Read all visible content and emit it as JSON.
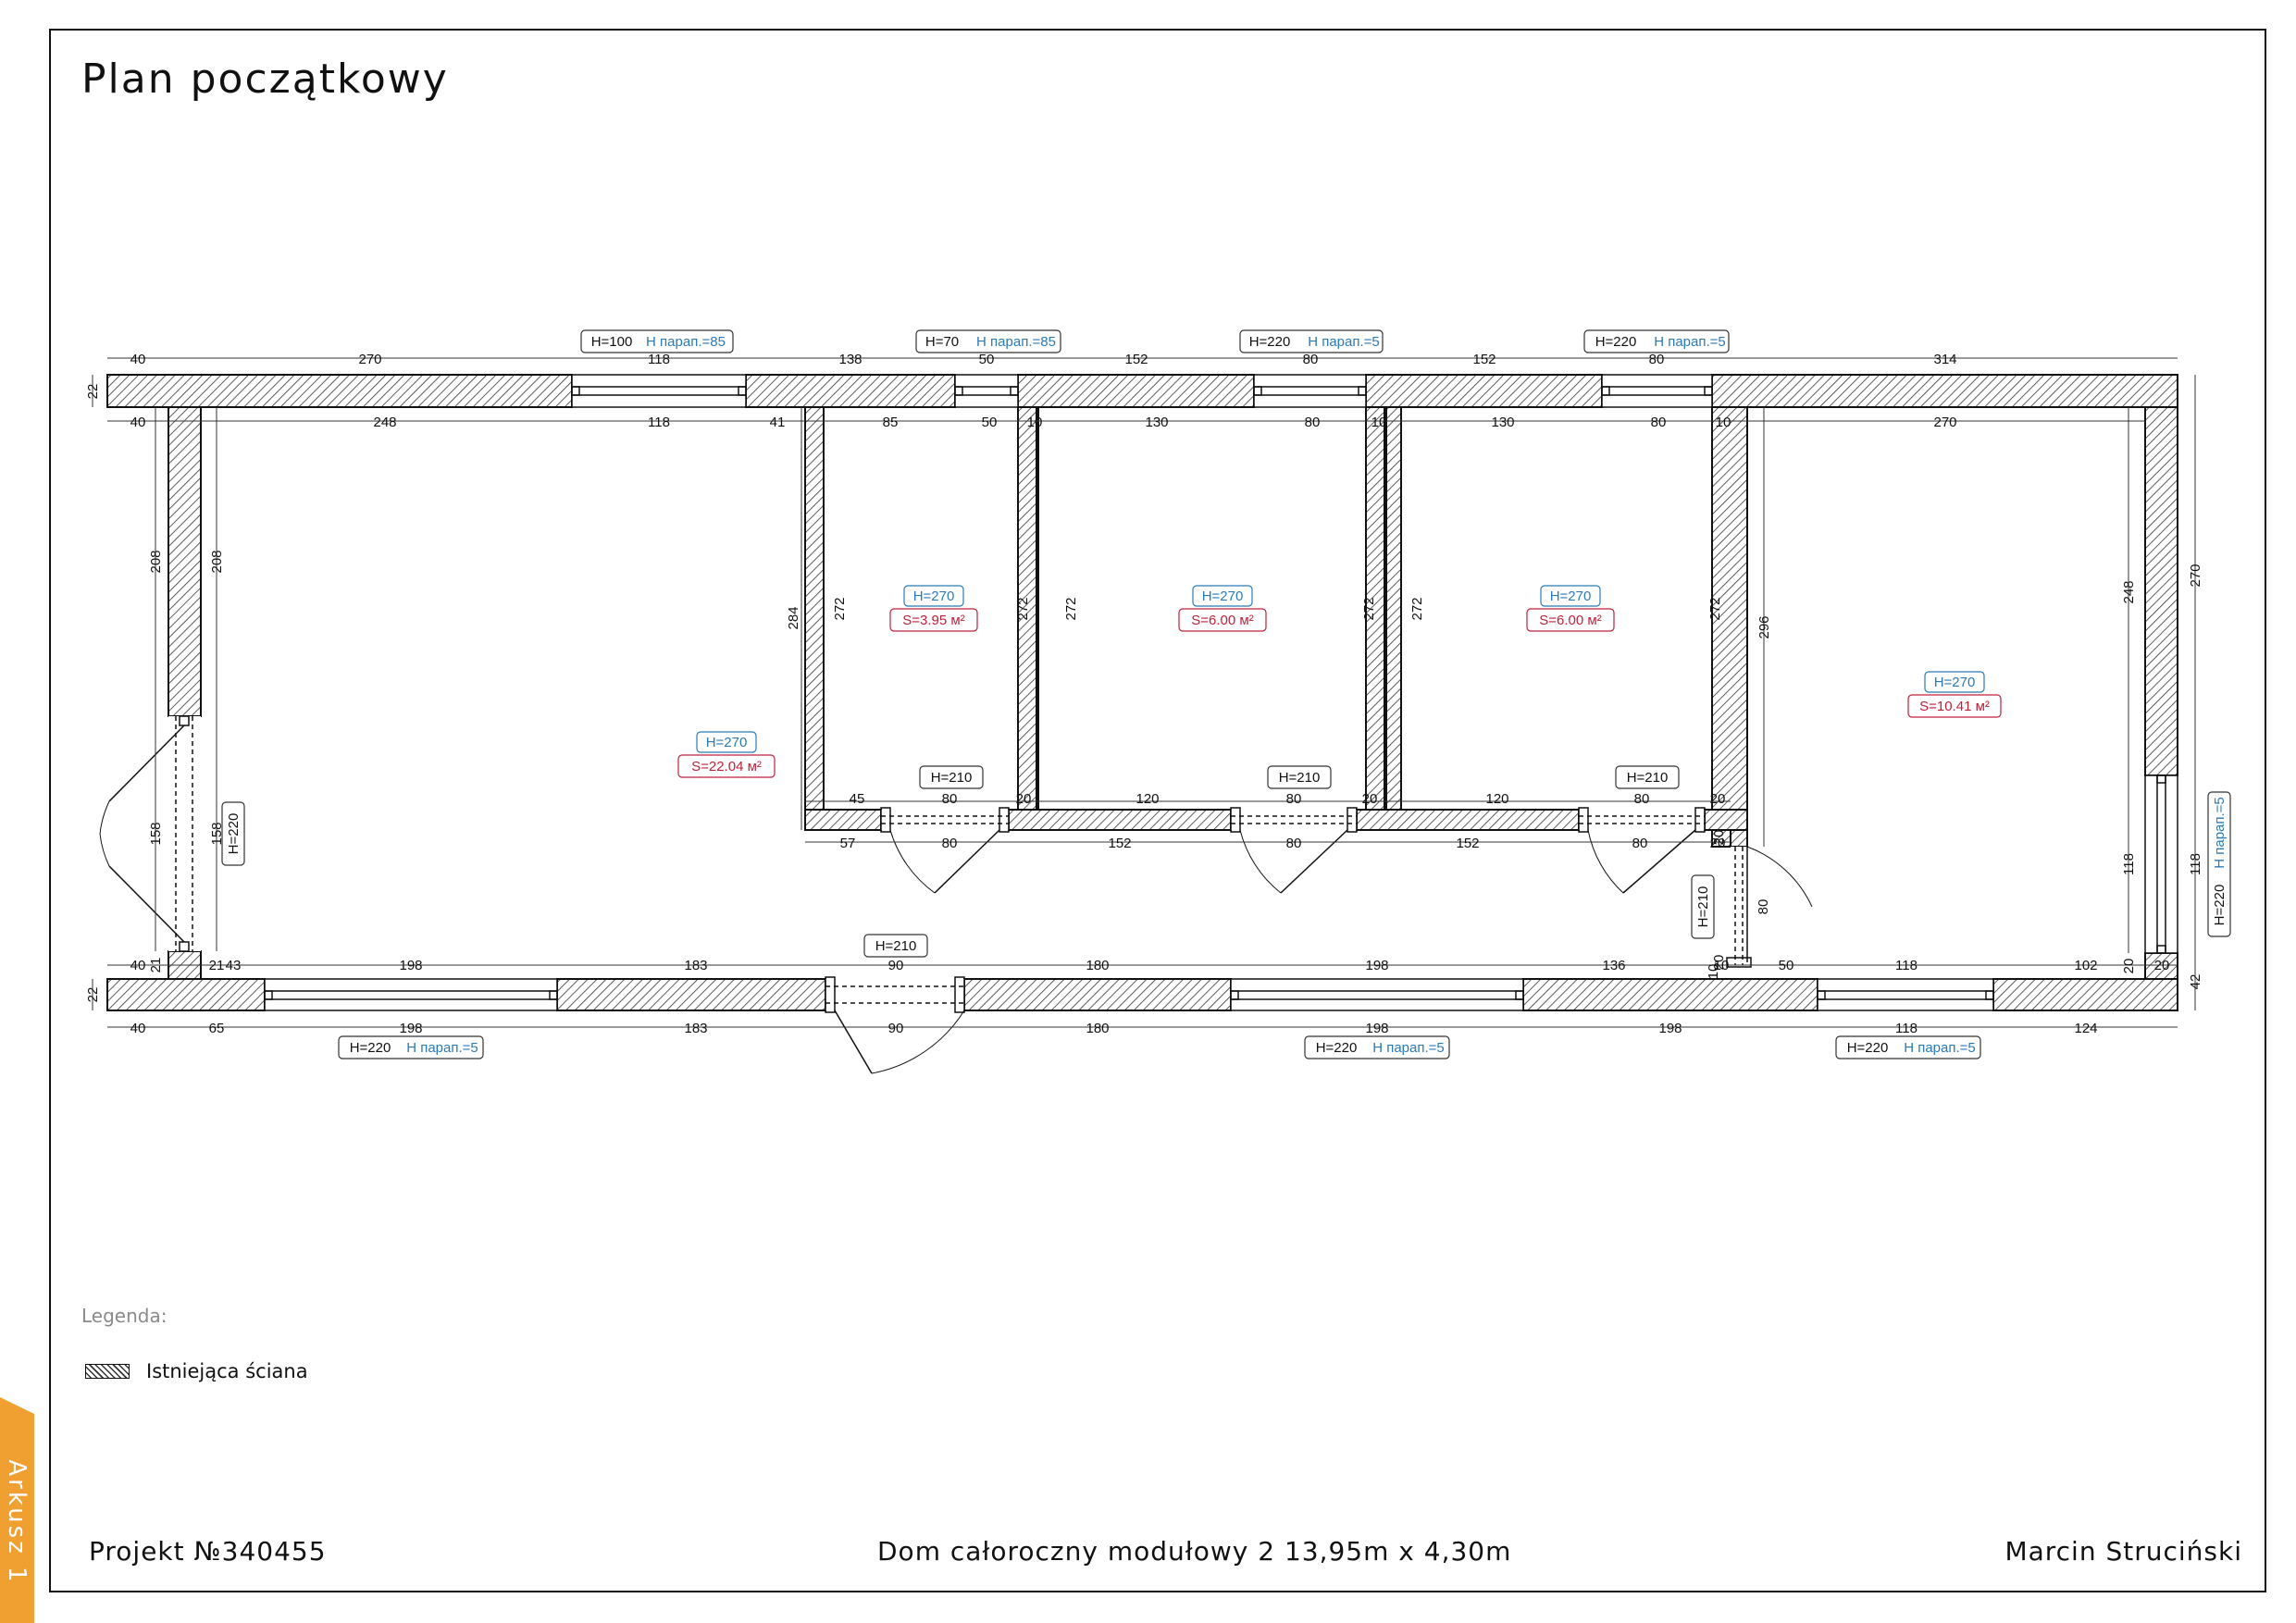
{
  "title": "Plan początkowy",
  "legend": {
    "heading": "Legenda:",
    "items": [
      {
        "label": "Istniejąca ściana",
        "pattern": "hatch"
      }
    ]
  },
  "footer": {
    "project": "Projekt №340455",
    "name": "Dom całoroczny modułowy 2 13,95m x 4,30m",
    "author": "Marcin Struciński"
  },
  "sheet_tab": "Arkusz 1",
  "colors": {
    "accent_tab": "#f0a030",
    "height_label": "#2a7ab8",
    "area_label": "#c0203a",
    "wall_hatch": "#333333"
  },
  "rooms": [
    {
      "height": "H=270",
      "area": "S=22.04 м²"
    },
    {
      "height": "H=270",
      "area": "S=3.95 м²"
    },
    {
      "height": "H=270",
      "area": "S=6.00 м²"
    },
    {
      "height": "H=270",
      "area": "S=6.00 м²"
    },
    {
      "height": "H=270",
      "area": "S=10.41 м²"
    }
  ],
  "openings": {
    "top": [
      {
        "h": "H=100",
        "parapet": "H парап.=85"
      },
      {
        "h": "H=70",
        "parapet": "H парап.=85"
      },
      {
        "h": "H=220",
        "parapet": "H парап.=5"
      },
      {
        "h": "H=220",
        "parapet": "H парап.=5"
      }
    ],
    "bottom": [
      {
        "h": "H=220",
        "parapet": "H парап.=5"
      },
      {
        "h": "H=220",
        "parapet": "H парап.=5"
      },
      {
        "h": "H=220",
        "parapet": "H парап.=5"
      }
    ],
    "right": {
      "h": "H=220",
      "parapet": "H парап.=5"
    },
    "doors": [
      "H=220",
      "H=210",
      "H=210",
      "H=210",
      "H=210",
      "H=210"
    ]
  },
  "dimensions": {
    "top_outer": [
      "40",
      "270",
      "118",
      "138",
      "50",
      "152",
      "80",
      "152",
      "80",
      "314"
    ],
    "top_inner": [
      "40",
      "248",
      "118",
      "41",
      "85",
      "50",
      "10",
      "130",
      "80",
      "10",
      "130",
      "80",
      "10",
      "270"
    ],
    "corridor_inner": [
      "45",
      "80",
      "20",
      "120",
      "80",
      "20",
      "120",
      "80",
      "20"
    ],
    "corridor_outer": [
      "57",
      "80",
      "152",
      "80",
      "152",
      "80",
      "20"
    ],
    "bottom_inner": [
      "40",
      "21",
      "43",
      "198",
      "183",
      "90",
      "180",
      "198",
      "136",
      "10",
      "50",
      "118",
      "102",
      "20"
    ],
    "bottom_outer": [
      "40",
      "65",
      "198",
      "183",
      "90",
      "180",
      "198",
      "198",
      "118",
      "124"
    ],
    "verticals": [
      "22",
      "208",
      "208",
      "158",
      "158",
      "284",
      "272",
      "272",
      "272",
      "272",
      "272",
      "272",
      "296",
      "248",
      "270",
      "118",
      "118",
      "42",
      "22",
      "20",
      "21",
      "80",
      "10",
      "20",
      "20"
    ]
  }
}
